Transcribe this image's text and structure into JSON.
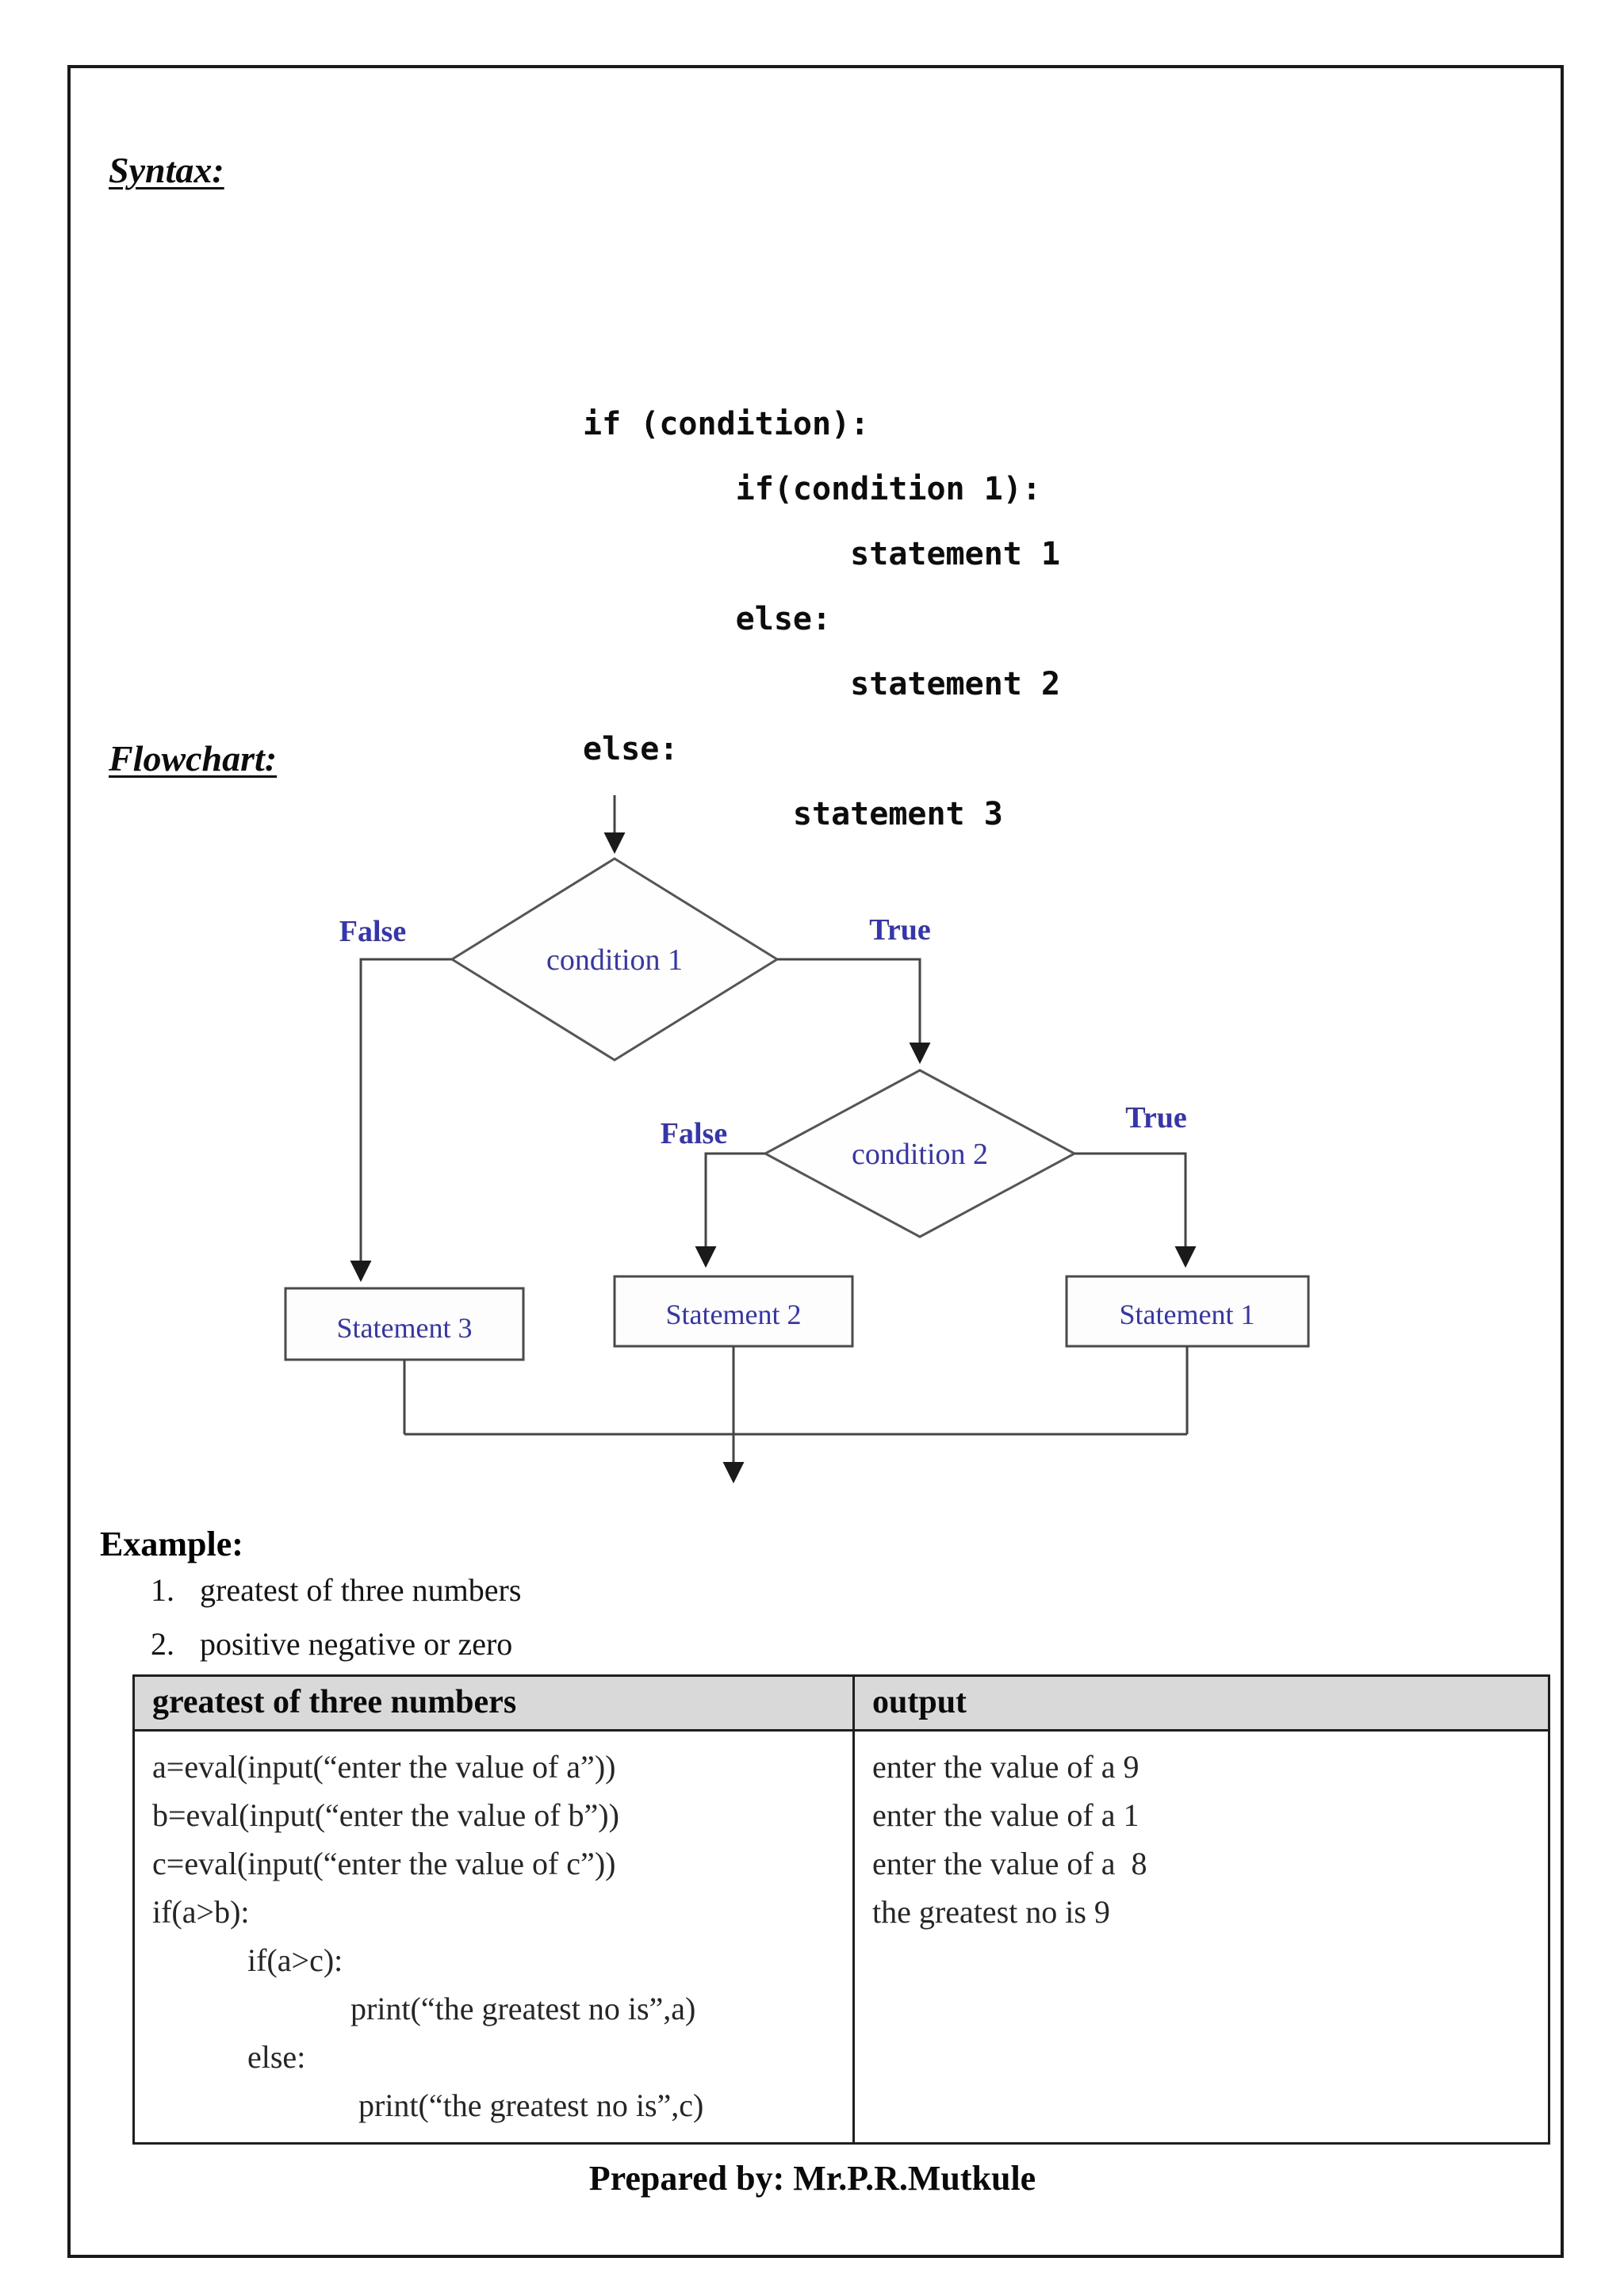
{
  "page": {
    "syntax_heading": "Syntax:",
    "flowchart_heading": "Flowchart:",
    "example_heading": "Example:",
    "footer_text": "Prepared by: Mr.P.R.Mutkule"
  },
  "syntax_code_lines": [
    "if (condition):",
    "        if(condition 1):",
    "              statement 1",
    "        else:",
    "              statement 2",
    "else:",
    "           statement 3"
  ],
  "example_items": [
    {
      "num": "1.",
      "text": "greatest of three numbers"
    },
    {
      "num": "2.",
      "text": "positive negative or zero"
    }
  ],
  "flowchart": {
    "condition1_label": "condition 1",
    "condition2_label": "condition 2",
    "true1_label": "True",
    "false1_label": "False",
    "true2_label": "True",
    "false2_label": "False",
    "statement1_label": "Statement 1",
    "statement2_label": "Statement 2",
    "statement3_label": "Statement 3"
  },
  "table": {
    "header_left": "greatest of three numbers",
    "header_right": "output",
    "code_lines": [
      "a=eval(input(“enter the value of a”))",
      "b=eval(input(“enter the value of b”))",
      "c=eval(input(“enter the value of c”))",
      "if(a>b):",
      "            if(a>c):",
      "                         print(“the greatest no is”,a)",
      "            else:",
      "                          print(“the greatest no is”,c)"
    ],
    "output_lines": [
      "enter the value of a 9",
      "enter the value of a 1",
      "enter the value of a  8",
      "the greatest no is 9"
    ]
  },
  "colors": {
    "accent_blue": "#3434b4",
    "diagram_line": "#454545",
    "table_header_bg": "#d9d9d9",
    "page_border": "#1a1a1a"
  }
}
